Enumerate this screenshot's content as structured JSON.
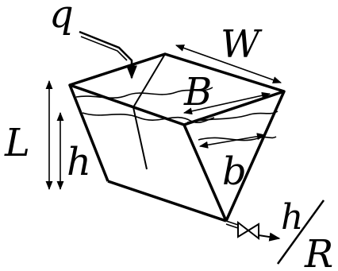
{
  "diagram": {
    "labels": {
      "q": "q",
      "W": "W",
      "B": "B",
      "L": "L",
      "h_left": "h",
      "b": "b",
      "outlet_h": "h",
      "outlet_R": "R"
    }
  }
}
